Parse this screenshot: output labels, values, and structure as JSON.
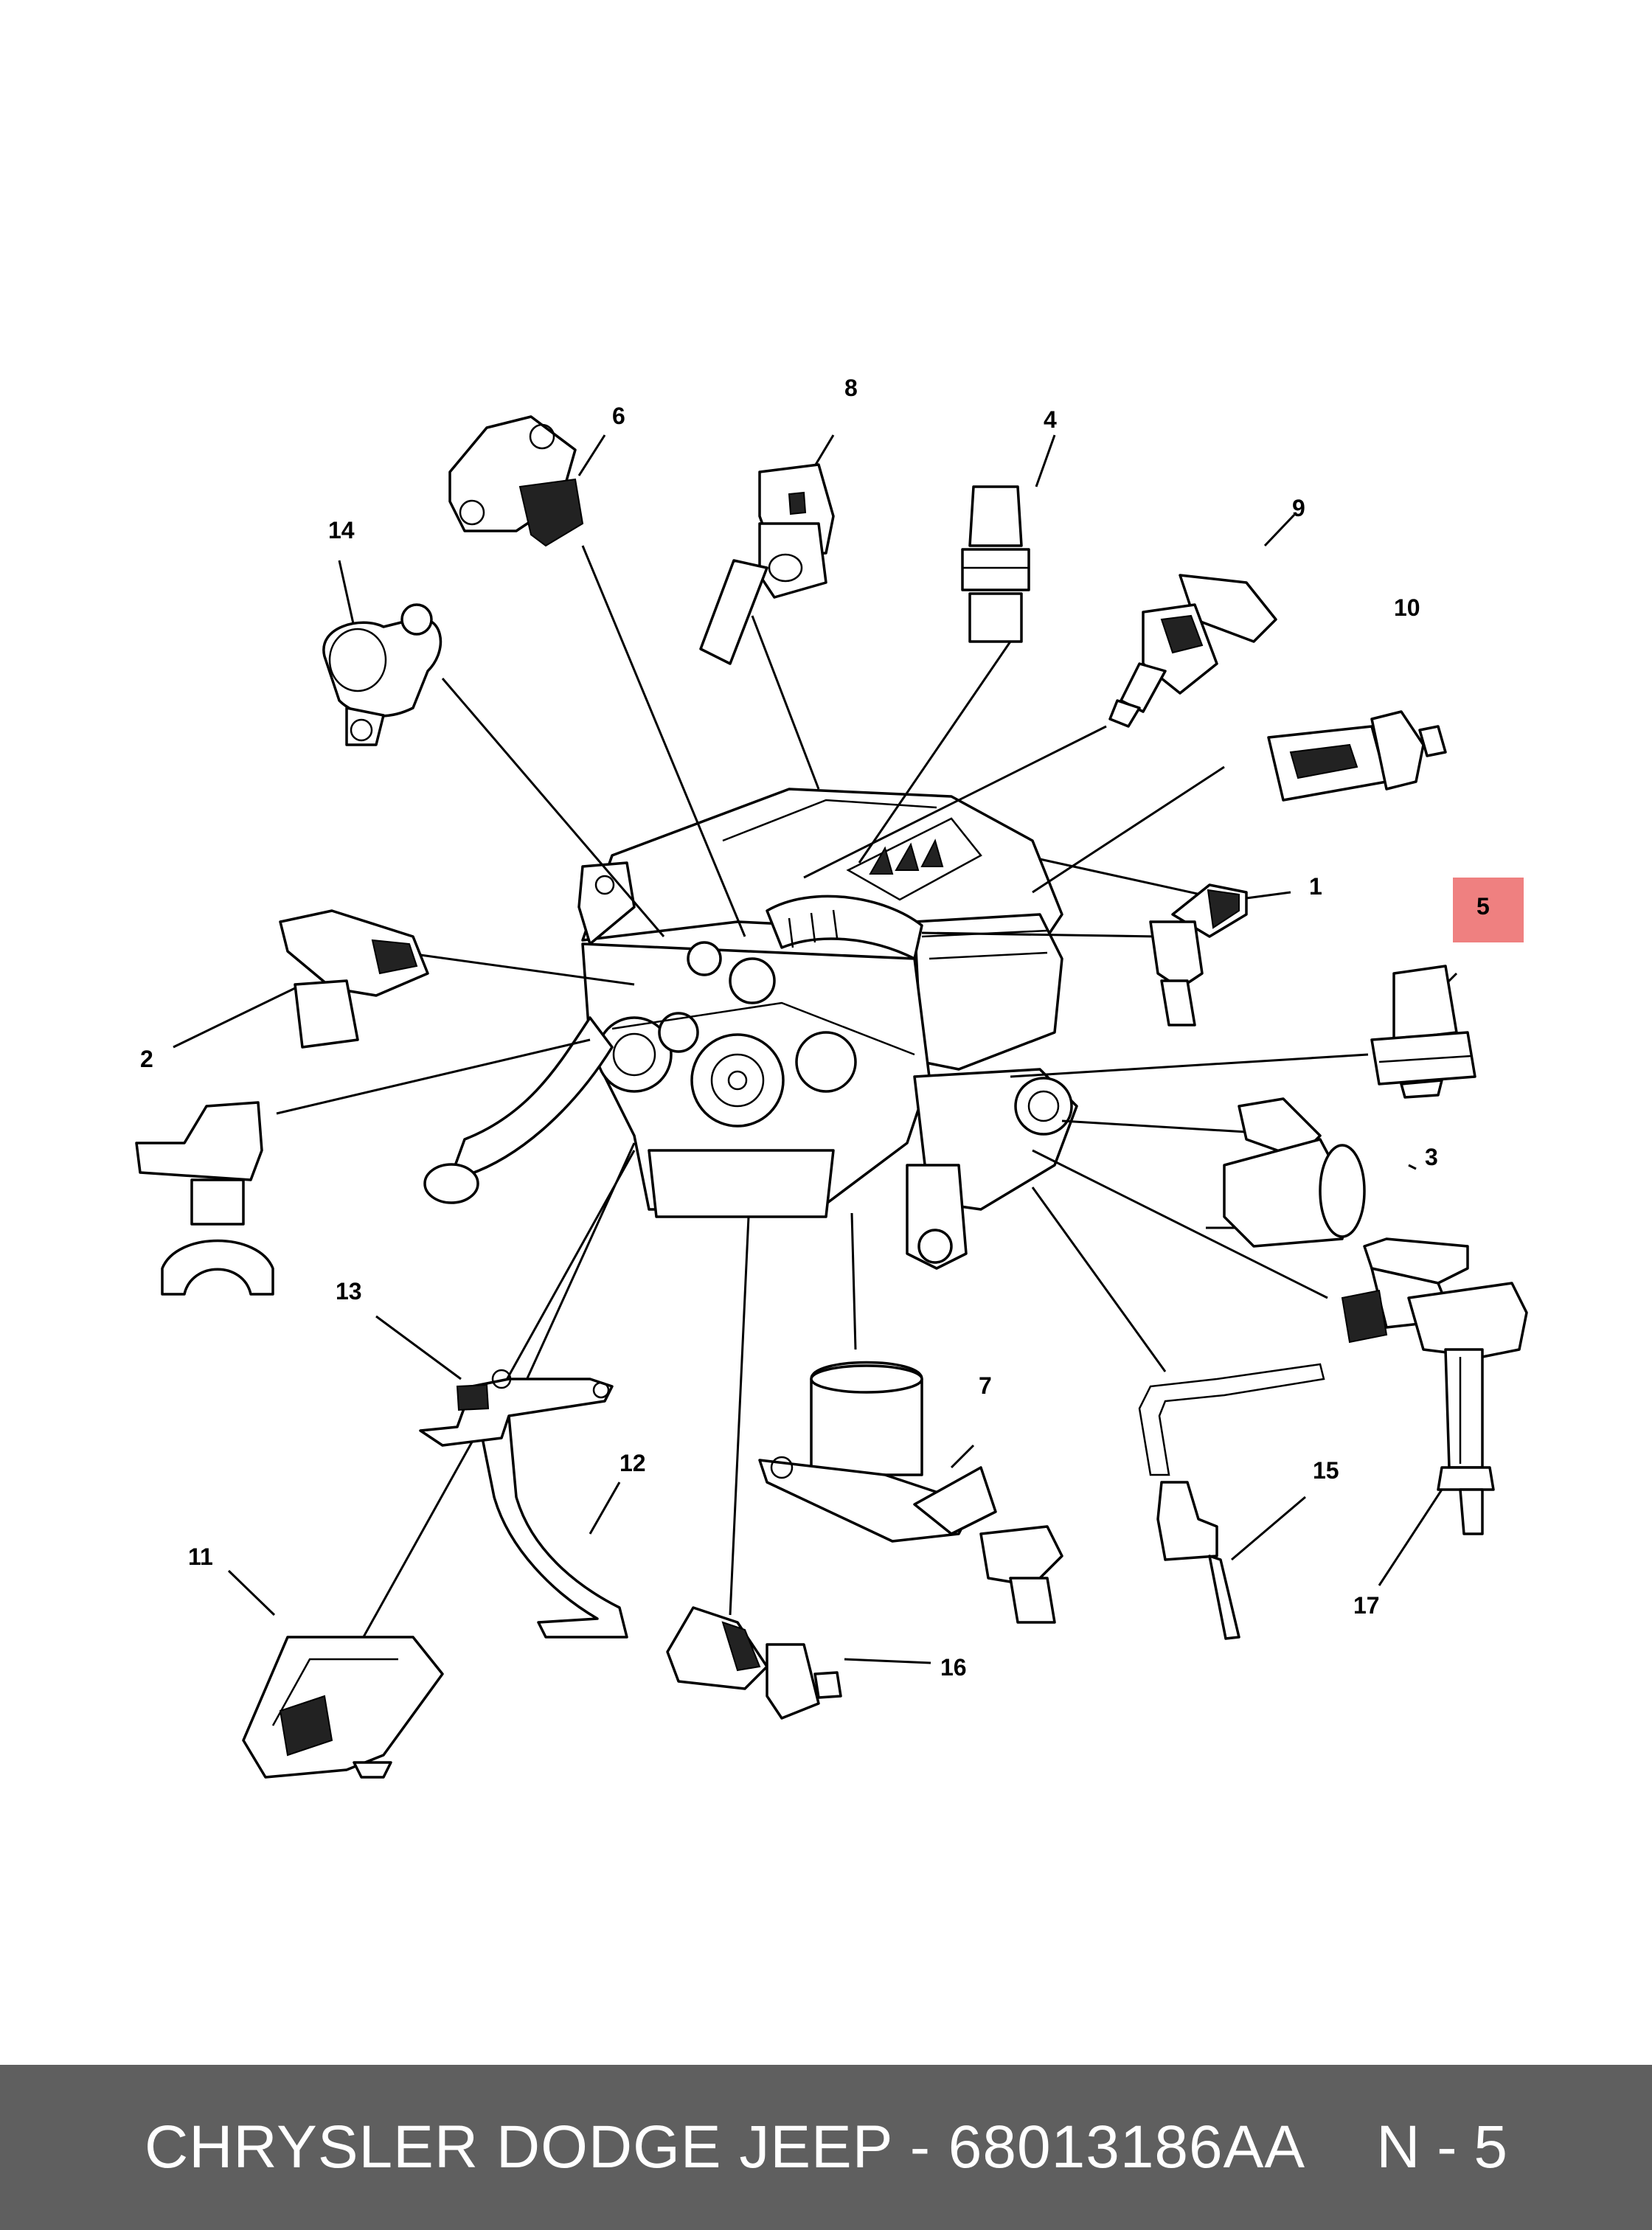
{
  "diagram": {
    "callouts": [
      {
        "id": "1",
        "label": "1",
        "highlighted": false
      },
      {
        "id": "2",
        "label": "2",
        "highlighted": false
      },
      {
        "id": "3",
        "label": "3",
        "highlighted": false
      },
      {
        "id": "4",
        "label": "4",
        "highlighted": false
      },
      {
        "id": "5",
        "label": "5",
        "highlighted": true
      },
      {
        "id": "6",
        "label": "6",
        "highlighted": false
      },
      {
        "id": "7",
        "label": "7",
        "highlighted": false
      },
      {
        "id": "8",
        "label": "8",
        "highlighted": false
      },
      {
        "id": "9",
        "label": "9",
        "highlighted": false
      },
      {
        "id": "10",
        "label": "10",
        "highlighted": false
      },
      {
        "id": "11",
        "label": "11",
        "highlighted": false
      },
      {
        "id": "12",
        "label": "12",
        "highlighted": false
      },
      {
        "id": "13",
        "label": "13",
        "highlighted": false
      },
      {
        "id": "14",
        "label": "14",
        "highlighted": false
      },
      {
        "id": "15",
        "label": "15",
        "highlighted": false
      },
      {
        "id": "16",
        "label": "16",
        "highlighted": false
      },
      {
        "id": "17",
        "label": "17",
        "highlighted": false
      }
    ],
    "highlight_color": "#ef8080"
  },
  "footer": {
    "part_text": "CHRYSLER DODGE JEEP - 68013186AA",
    "ref_text": "N - 5",
    "background": "#5f5f5f",
    "text_color": "#ffffff"
  }
}
